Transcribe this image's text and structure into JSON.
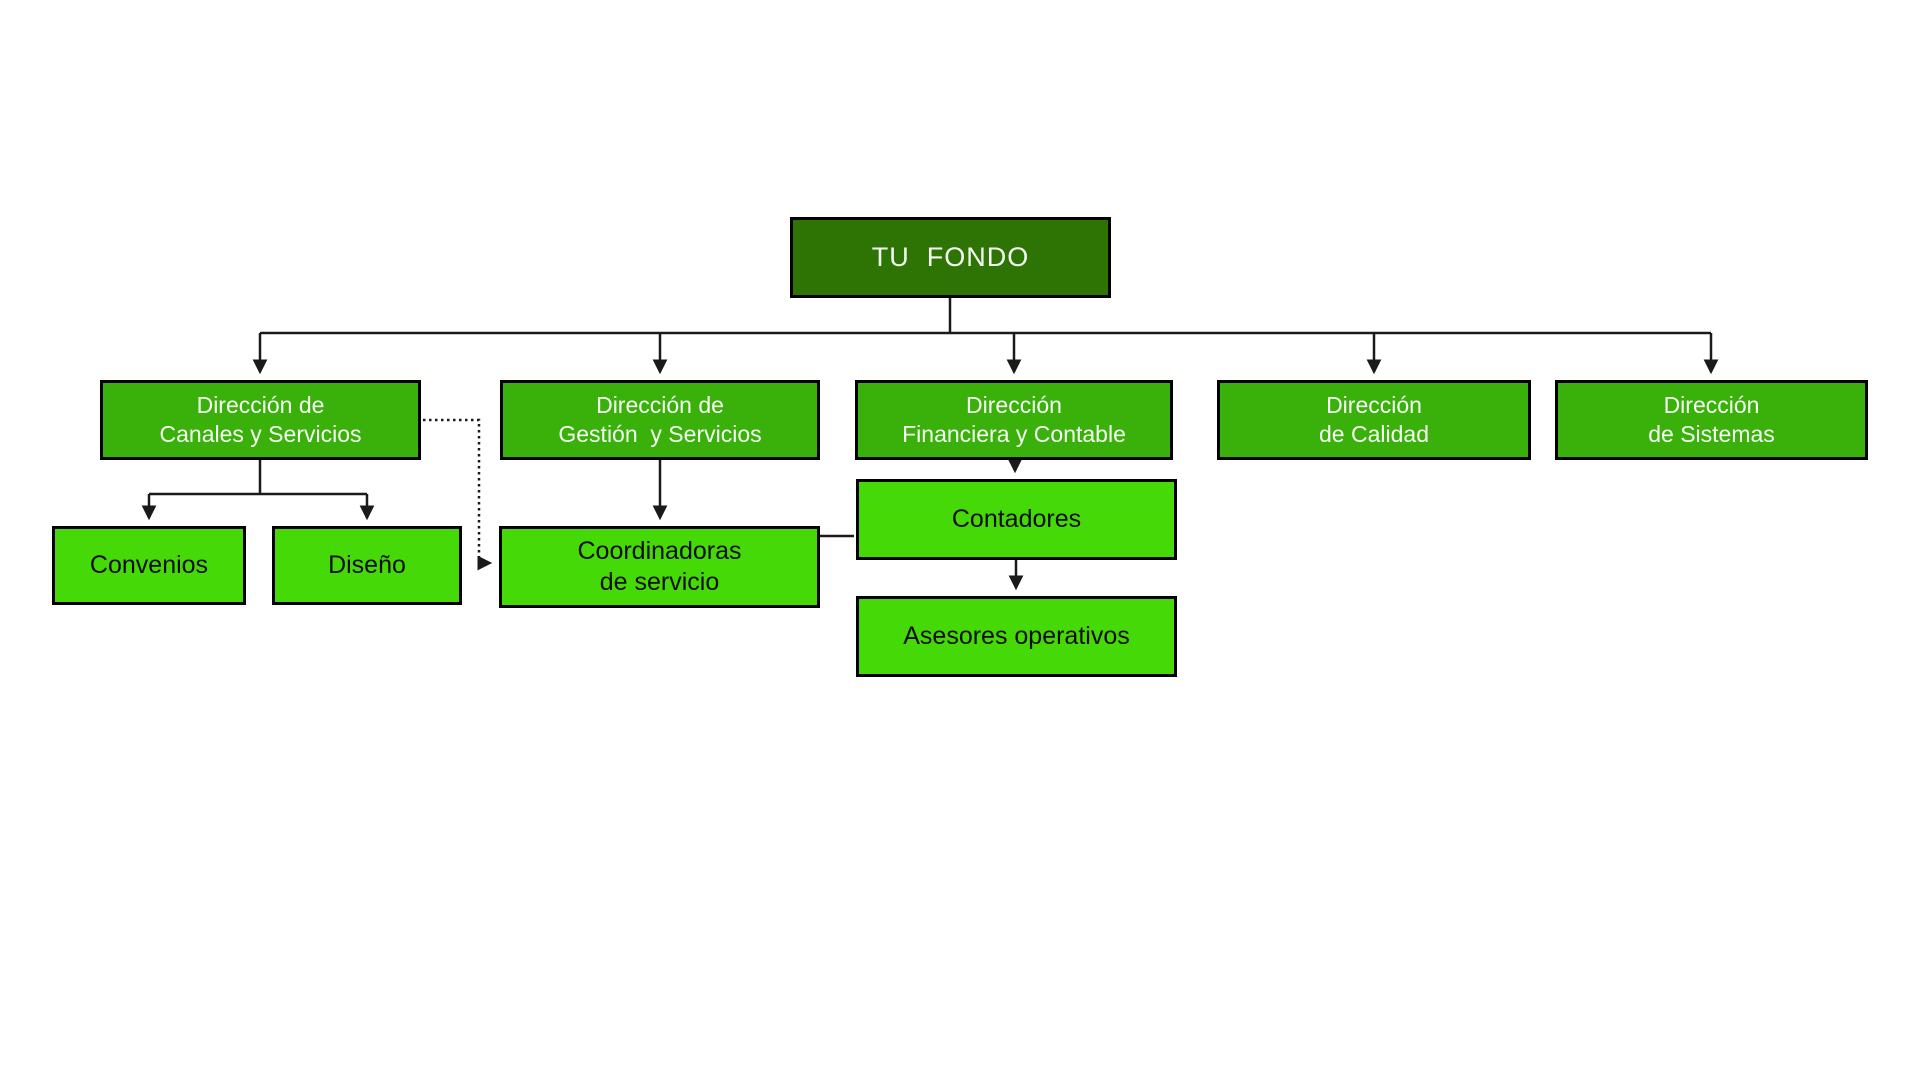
{
  "chart_title": "TU FONDO organigrama",
  "colors": {
    "root_fill": "#2D7405",
    "level2_fill": "#3AB00A",
    "level3_fill": "#46D908",
    "box_border": "#000000",
    "light_text": "#F6FFF3",
    "dark_text": "#0D0D0D",
    "connector": "#1A1A1A"
  },
  "nodes": {
    "root": {
      "label": "TU  FONDO"
    },
    "canales": {
      "label": "Dirección de\nCanales y Servicios"
    },
    "gestion": {
      "label": "Dirección de\nGestión  y Servicios"
    },
    "financiera": {
      "label": "Dirección\nFinanciera y Contable"
    },
    "calidad": {
      "label": "Dirección\nde Calidad"
    },
    "sistemas": {
      "label": "Dirección\nde Sistemas"
    },
    "convenios": {
      "label": "Convenios"
    },
    "diseno": {
      "label": "Diseño"
    },
    "coordinadoras": {
      "label": "Coordinadoras\nde servicio"
    },
    "contadores": {
      "label": "Contadores"
    },
    "asesores": {
      "label": "Asesores operativos"
    }
  },
  "relations": [
    "TU FONDO -> Dirección de Canales y Servicios",
    "TU FONDO -> Dirección de Gestión y Servicios",
    "TU FONDO -> Dirección Financiera y Contable",
    "TU FONDO -> Dirección de Calidad",
    "TU FONDO -> Dirección de Sistemas",
    "Dirección de Canales y Servicios -> Convenios",
    "Dirección de Canales y Servicios -> Diseño",
    "Dirección de Canales y Servicios -> Coordinadoras de servicio (dotted)",
    "Dirección de Gestión y Servicios -> Coordinadoras de servicio",
    "Dirección Financiera y Contable -> Contadores",
    "Contadores -> Asesores operativos",
    "Coordinadoras de servicio — Contadores (plain link)"
  ]
}
